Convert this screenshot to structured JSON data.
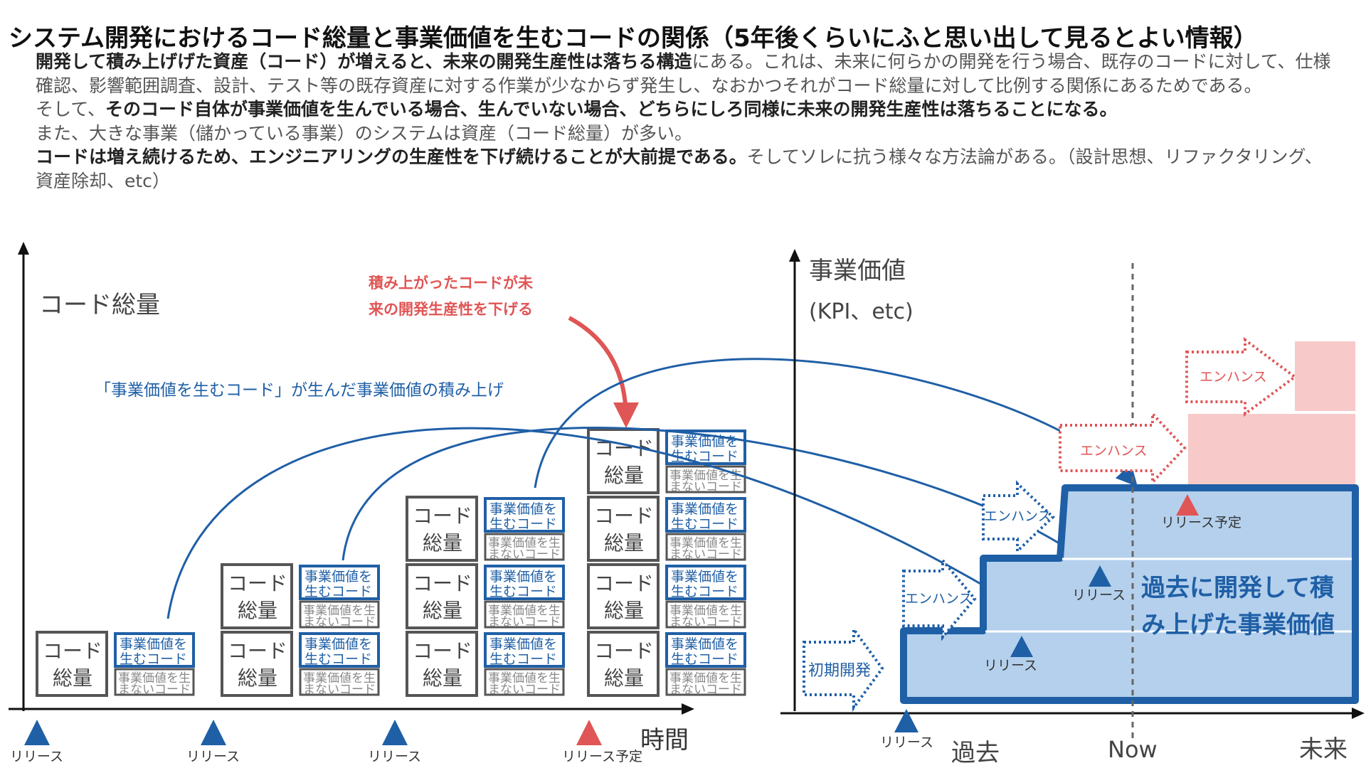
{
  "title": "システム開発におけるコード総量と事業価値を生むコードの関係（5年後くらいにふと思い出して見るとよい情報）",
  "description": {
    "p1_bold": "開発して積み上げげた資産（コード）が増えると、未来の開発生産性は落ちる構造",
    "p1_rest": "にある。これは、未来に何らかの開発を行う場合、既存のコードに対して、仕様確認、影響範囲調査、設計、テスト等の既存資産に対する作業が少なからず発生し、なおかつそれがコード総量に対して比例する関係にあるためである。",
    "p2_pre": "そして、",
    "p2_bold": "そのコード自体が事業価値を生んでいる場合、生んでいない場合、どちらにしろ同様に未来の開発生産性は落ちることになる。",
    "p3": "また、大きな事業（儲かっている事業）のシステムは資産（コード総量）が多い。",
    "p4_bold": "コードは増え続けるため、エンジニアリングの生産性を下げ続けることが大前提である。",
    "p4_rest": "そしてソレに抗う様々な方法論がある。（設計思想、リファクタリング、資産除却、etc）"
  },
  "left_chart": {
    "y_label": "コード総量",
    "x_label": "時間",
    "red_note_line1": "積み上がったコードが未",
    "red_note_line2": "来の開発生産性を下げる",
    "blue_note": "「事業価値を生むコード」が生んだ事業価値の積み上げ",
    "code_total_l1": "コード",
    "code_total_l2": "総量",
    "value_code_l1": "事業価値を",
    "value_code_l2": "生むコード",
    "nonvalue_code_l1": "事業価値を生",
    "nonvalue_code_l2": "まないコード",
    "release_label": "リリース",
    "planned_release_label": "リリース予定",
    "colors": {
      "blue": "#1f5fa6",
      "red": "#e05555",
      "gray": "#555555"
    }
  },
  "right_chart": {
    "y_label_l1": "事業価値",
    "y_label_l2": "(KPI、etc)",
    "x_past": "過去",
    "x_now": "Now",
    "x_future": "未来",
    "initial_dev": "初期開発",
    "enhance": "エンハンス",
    "release_label": "リリース",
    "planned_release_label": "リリース予定",
    "accumulated_l1": "過去に開発して積",
    "accumulated_l2": "み上げた事業価値",
    "colors": {
      "area_fill": "#b4d0ec",
      "future_fill": "#f8c9c9",
      "accent": "#1f5fa6"
    }
  }
}
